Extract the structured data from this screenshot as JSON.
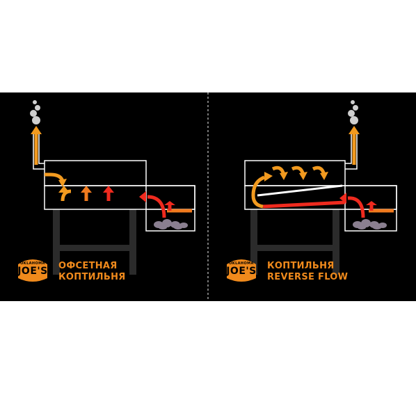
{
  "panels": [
    {
      "id": "offset",
      "caption_line1": "ОФСЕТНАЯ",
      "caption_line2": "КОПТИЛЬНЯ",
      "badge": {
        "top": "OKLAHOMA",
        "main": "JOE'S"
      }
    },
    {
      "id": "reverse-flow",
      "caption_line1": "КОПТИЛЬНЯ",
      "caption_line2": "REVERSE FLOW",
      "badge": {
        "top": "OKLAHOMA",
        "main": "JOE'S"
      }
    }
  ],
  "colors": {
    "background": "#000000",
    "outline": "#ffffff",
    "heat_orange": "#f29a1f",
    "heat_red": "#ef2a1e",
    "brand_orange": "#f08a1c",
    "charcoal": "#8a7f90",
    "smoke": "#cfcfcf"
  },
  "icons": [
    "smoke-icon",
    "charcoal-icon",
    "heat-arrow-icon",
    "brand-badge-icon"
  ]
}
